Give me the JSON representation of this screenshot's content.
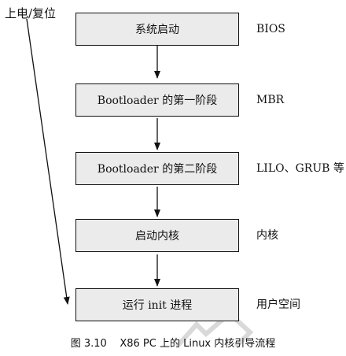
{
  "power_reset_label": "上电/复位",
  "stages": [
    {
      "label": "系统启动",
      "annotation": "BIOS"
    },
    {
      "label": "Bootloader 的第一阶段",
      "annotation": "MBR"
    },
    {
      "label": "Bootloader 的第二阶段",
      "annotation": "LILO、GRUB 等"
    },
    {
      "label": "启动内核",
      "annotation": "内核"
    },
    {
      "label": "运行 init 进程",
      "annotation": "用户空间"
    }
  ],
  "caption": "图 3.10    X86 PC 上的 Linux 内核引导流程",
  "colors": {
    "box_fill": "#ebebeb",
    "line": "#111111"
  }
}
